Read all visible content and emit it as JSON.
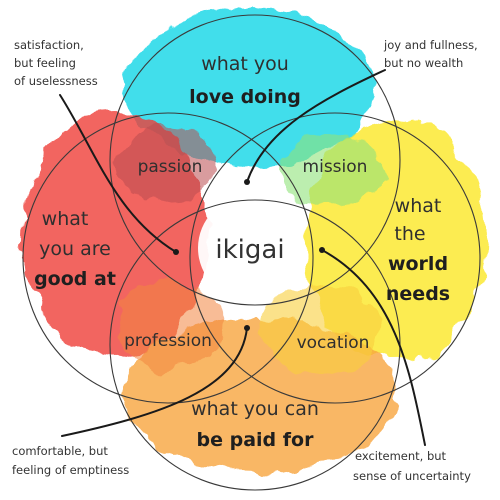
{
  "center_label": "ikigai",
  "circles": {
    "top": {
      "line1": "what you",
      "line2": "love doing",
      "color": "#1fd8e8"
    },
    "left": {
      "line1": "what",
      "line2": "you are",
      "line3": "good at",
      "color": "#ef3f3a"
    },
    "right": {
      "line1": "what",
      "line2": "the",
      "line3": "world",
      "line4": "needs",
      "color": "#fbe931"
    },
    "bottom": {
      "line1": "what you can",
      "line2": "be paid for",
      "color": "#f7a540"
    }
  },
  "overlaps": {
    "passion": "passion",
    "mission": "mission",
    "profession": "profession",
    "vocation": "vocation"
  },
  "notes": {
    "top_left": {
      "line1": "satisfaction,",
      "line2": "but feeling",
      "line3": "of uselessness"
    },
    "top_right": {
      "line1": "joy and fullness,",
      "line2": "but no wealth"
    },
    "bottom_left": {
      "line1": "comfortable, but",
      "line2": "feeling of emptiness"
    },
    "bottom_right": {
      "line1": "excitement, but",
      "line2": "sense of uncertainty"
    }
  }
}
